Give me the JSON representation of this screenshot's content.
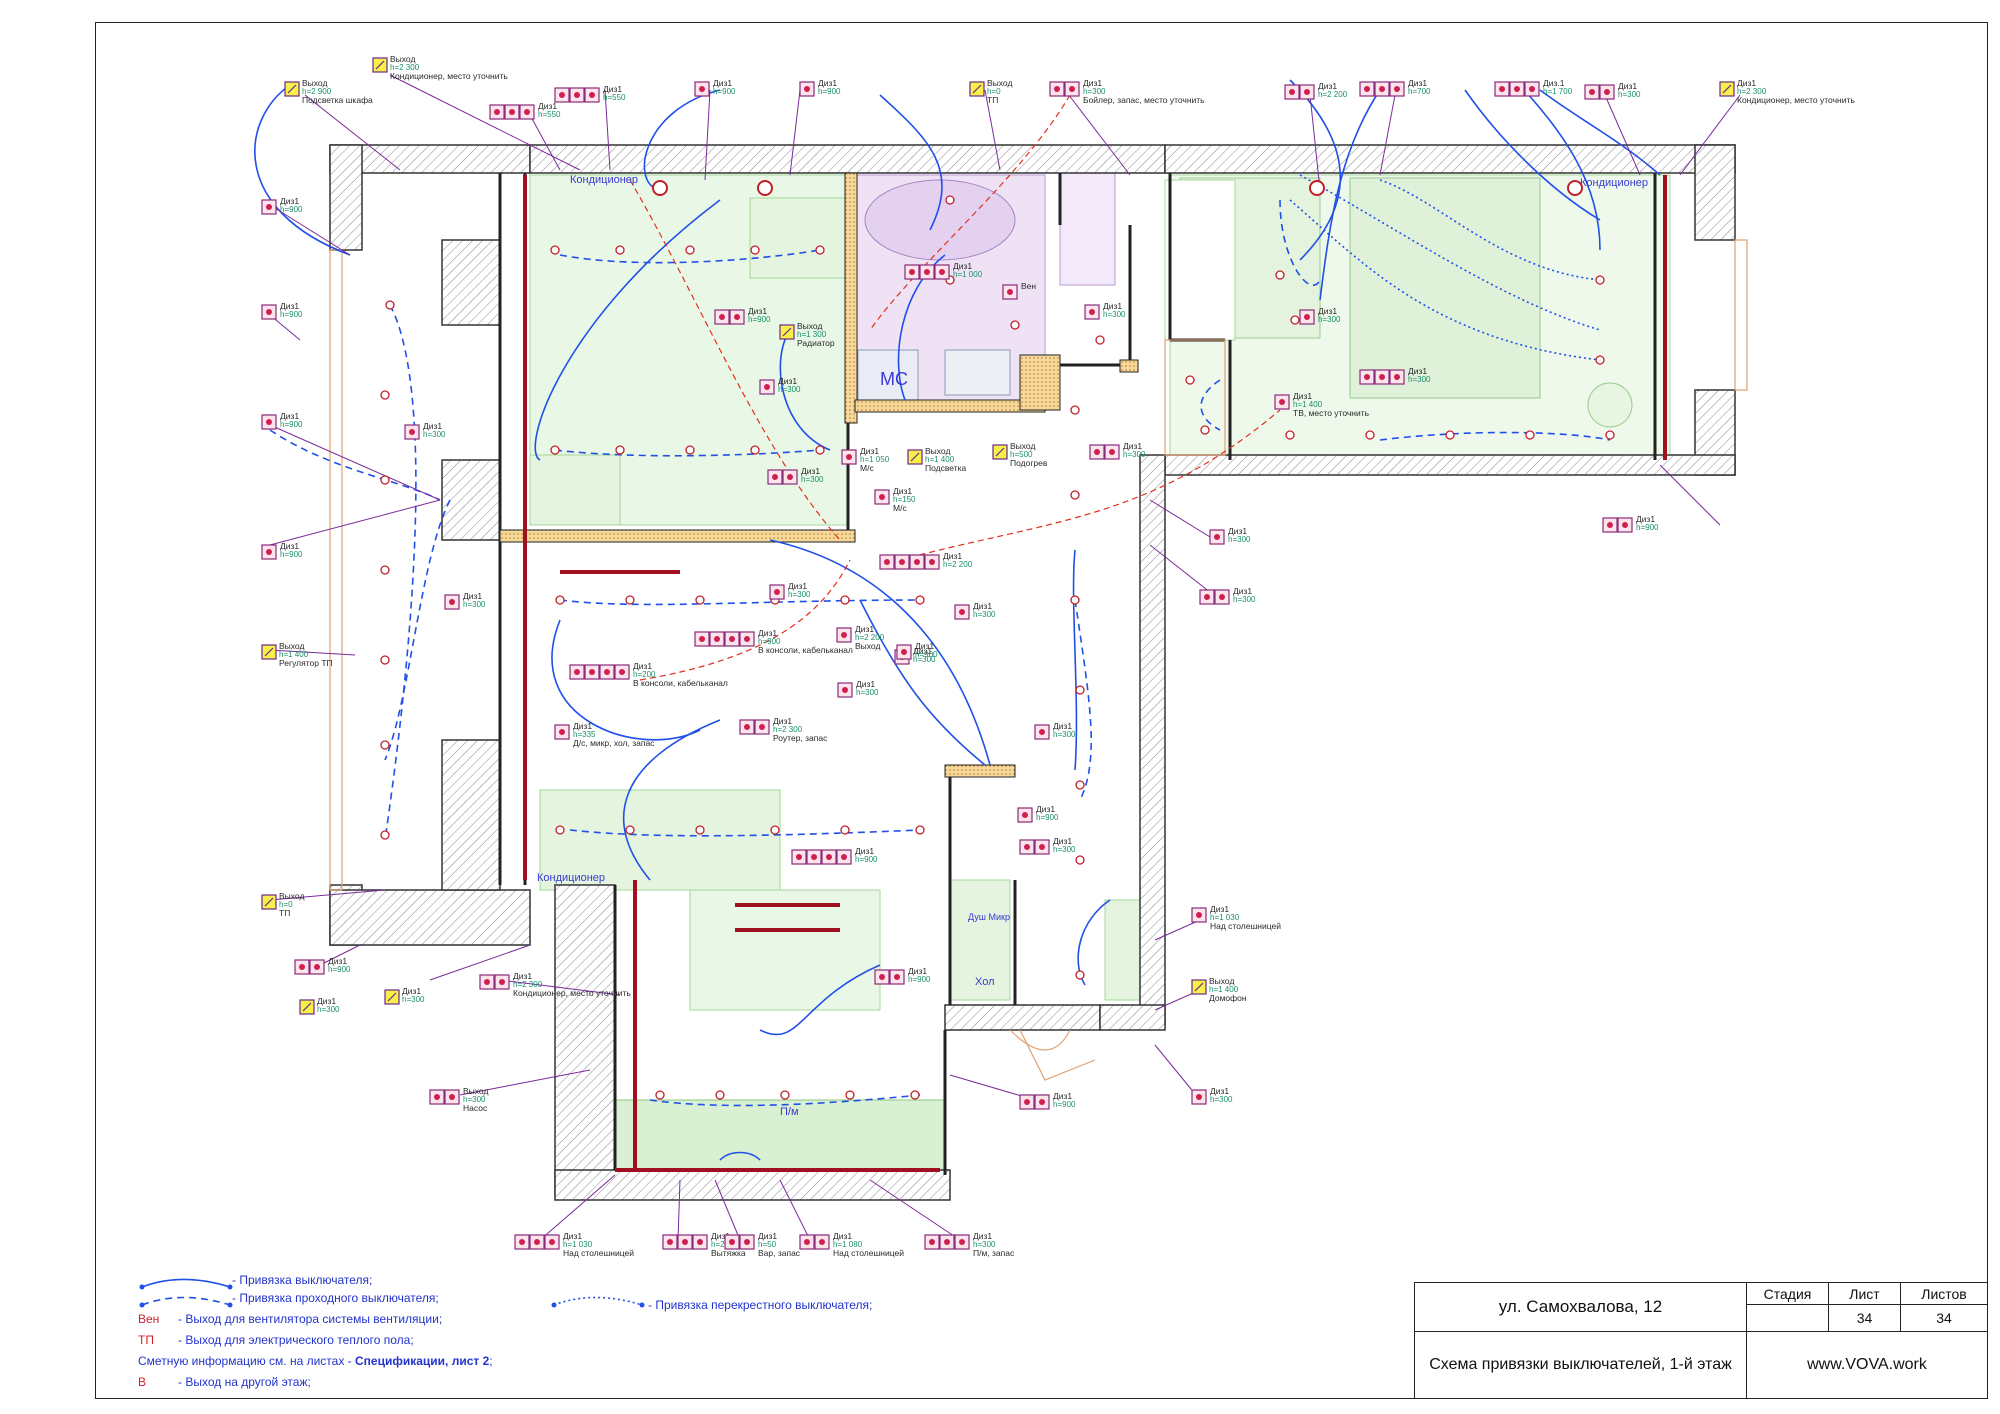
{
  "sheet": {
    "address": "ул. Самохвалова, 12",
    "title": "Схема привязки выключателей, 1-й этаж",
    "col_stage": "Стадия",
    "col_sheet": "Лист",
    "col_sheets": "Листов",
    "stage": "",
    "sheet_no": "34",
    "sheets_total": "34",
    "site": "www.VOVA.work"
  },
  "legend": {
    "switch_link": "- Привязка выключателя;",
    "pass_switch_link": "- Привязка проходного выключателя;",
    "cross_switch_link": "- Привязка перекрестного выключателя;",
    "ven_key": "Вен",
    "ven_text": "- Выход для вентилятора системы вентиляции;",
    "tp_key": "ТП",
    "tp_text": "- Выход для электрического теплого пола;",
    "estimate_text": "Сметную информацию см. на листах - ",
    "estimate_bold": "Спецификации, лист 2",
    "estimate_end": ";",
    "b_key": "В",
    "b_text": "- Выход на другой этаж;"
  },
  "rooms": {
    "ac1": "Кондиционер",
    "ac2": "Кондиционер",
    "ac3": "Кондиционер",
    "wc": "МС",
    "hall": "Хол",
    "dish": "П/м",
    "dush": "Душ Микр"
  },
  "labels": [
    {
      "t": "Выход",
      "v": "h=2 900",
      "n": "Подсветка шкафа"
    },
    {
      "t": "Выход",
      "v": "h=2 300",
      "n": "Кондиционер, место уточнить"
    },
    {
      "t": "Диз1",
      "v": "h=550",
      "n": ""
    },
    {
      "t": "Диз1",
      "v": "h=550",
      "n": ""
    },
    {
      "t": "Диз1",
      "v": "h=900",
      "n": ""
    },
    {
      "t": "Диз1",
      "v": "h=900",
      "n": ""
    },
    {
      "t": "Выход",
      "v": "h=0",
      "n": "ТП"
    },
    {
      "t": "Диз1",
      "v": "h=300",
      "n": "Бойлер, запас, место уточнить"
    },
    {
      "t": "Диз1",
      "v": "h=2 200",
      "n": ""
    },
    {
      "t": "Диз1",
      "v": "h=700",
      "n": ""
    },
    {
      "t": "Диз.1",
      "v": "h=1 700",
      "n": ""
    },
    {
      "t": "Диз1",
      "v": "h=300",
      "n": ""
    },
    {
      "t": "Диз1",
      "v": "h=2 300",
      "n": "Кондиционер, место уточнить"
    },
    {
      "t": "Диз1",
      "v": "h=900",
      "n": ""
    },
    {
      "t": "Диз1",
      "v": "h=900",
      "n": ""
    },
    {
      "t": "Диз1",
      "v": "h=900",
      "n": ""
    },
    {
      "t": "Диз1",
      "v": "h=900",
      "n": ""
    },
    {
      "t": "Выход",
      "v": "h=1 400",
      "n": "Регулятор ТП"
    },
    {
      "t": "Выход",
      "v": "h=0",
      "n": "ТП"
    },
    {
      "t": "Диз1",
      "v": "h=300",
      "n": ""
    },
    {
      "t": "Диз1",
      "v": "h=300",
      "n": ""
    },
    {
      "t": "Диз1",
      "v": "h=300",
      "n": ""
    },
    {
      "t": "Диз1",
      "v": "h=300",
      "n": ""
    },
    {
      "t": "Диз1",
      "v": "h=900",
      "n": ""
    },
    {
      "t": "Выход",
      "v": "h=1 300",
      "n": "Радиатор"
    },
    {
      "t": "Диз1",
      "v": "h=300",
      "n": ""
    },
    {
      "t": "Диз1",
      "v": "h=1 000",
      "n": ""
    },
    {
      "t": "Вен",
      "v": "",
      "n": ""
    },
    {
      "t": "Диз1",
      "v": "h=300",
      "n": ""
    },
    {
      "t": "Диз1",
      "v": "h=1 050",
      "n": "М/с"
    },
    {
      "t": "Выход",
      "v": "h=1 400",
      "n": "Подсветка"
    },
    {
      "t": "Выход",
      "v": "h=500",
      "n": "Подогрев"
    },
    {
      "t": "Диз1",
      "v": "h=300",
      "n": ""
    },
    {
      "t": "Диз1",
      "v": "h=150",
      "n": "М/с"
    },
    {
      "t": "Диз1",
      "v": "h=300",
      "n": ""
    },
    {
      "t": "Диз1",
      "v": "h=1 400",
      "n": "ТВ, место уточнить"
    },
    {
      "t": "Диз1",
      "v": "h=300",
      "n": ""
    },
    {
      "t": "Диз1",
      "v": "h=900",
      "n": ""
    },
    {
      "t": "Диз1",
      "v": "h=300",
      "n": ""
    },
    {
      "t": "Диз1",
      "v": "h=300",
      "n": ""
    },
    {
      "t": "Диз1",
      "v": "h=2 200",
      "n": ""
    },
    {
      "t": "Диз1",
      "v": "h=300",
      "n": ""
    },
    {
      "t": "Диз1",
      "v": "h=2 200",
      "n": "Выход"
    },
    {
      "t": "Диз1",
      "v": "h=300",
      "n": ""
    },
    {
      "t": "Диз1",
      "v": "h=300",
      "n": ""
    },
    {
      "t": "Диз1",
      "v": "h=900",
      "n": "В консоли, кабельканал"
    },
    {
      "t": "Диз1",
      "v": "h=200",
      "n": "В консоли, кабельканал"
    },
    {
      "t": "Диз1",
      "v": "h=900",
      "n": ""
    },
    {
      "t": "Диз1",
      "v": "h=300",
      "n": ""
    },
    {
      "t": "Диз1",
      "v": "h=900",
      "n": ""
    },
    {
      "t": "Диз1",
      "v": "h=300",
      "n": ""
    },
    {
      "t": "Диз1",
      "v": "h=900",
      "n": ""
    },
    {
      "t": "Диз1",
      "v": "h=2 300",
      "n": "Роутер, запас"
    },
    {
      "t": "Диз1",
      "v": "h=335",
      "n": "Д/с, микр, хол, запас"
    },
    {
      "t": "Диз1",
      "v": "h=900",
      "n": ""
    },
    {
      "t": "Диз1",
      "v": "h=300",
      "n": ""
    },
    {
      "t": "Диз1",
      "v": "h=300",
      "n": ""
    },
    {
      "t": "Диз1",
      "v": "h=2 300",
      "n": "Кондиционер, место уточнить"
    },
    {
      "t": "Выход",
      "v": "h=300",
      "n": "Насос"
    },
    {
      "t": "Диз1",
      "v": "h=1 030",
      "n": "Над столешницей"
    },
    {
      "t": "Выход",
      "v": "h=1 400",
      "n": "Домофон"
    },
    {
      "t": "Диз1",
      "v": "h=900",
      "n": ""
    },
    {
      "t": "Диз1",
      "v": "h=300",
      "n": ""
    },
    {
      "t": "Диз1",
      "v": "h=900",
      "n": ""
    },
    {
      "t": "Диз1",
      "v": "h=1 030",
      "n": "Над столешницей"
    },
    {
      "t": "Диз1",
      "v": "h=2 300",
      "n": "Вытяжка"
    },
    {
      "t": "Диз1",
      "v": "h=50",
      "n": "Вар, запас"
    },
    {
      "t": "Диз1",
      "v": "h=1 080",
      "n": "Над столешницей"
    },
    {
      "t": "Диз1",
      "v": "h=300",
      "n": "П/м, запас"
    }
  ]
}
